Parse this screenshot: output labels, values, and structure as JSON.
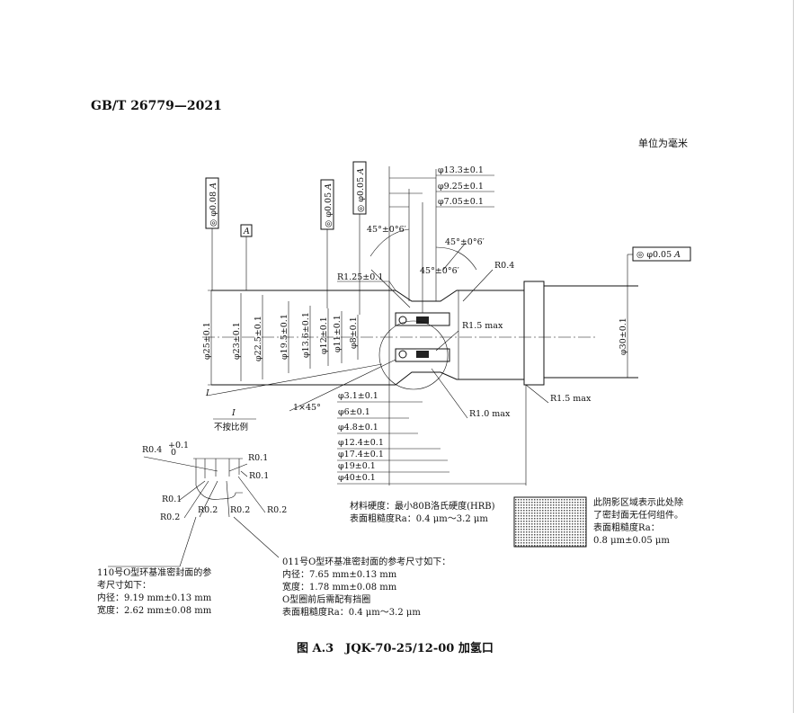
{
  "header": {
    "standard": "GB/T 26779—2021",
    "unit": "单位为毫米"
  },
  "tolerance_frames": [
    {
      "symbol": "◎",
      "value": "φ0.08",
      "datum": "A"
    },
    {
      "symbol": "◎",
      "value": "φ0.05",
      "datum": "A"
    },
    {
      "symbol": "◎",
      "value": "φ0.05",
      "datum": "A"
    },
    {
      "symbol": "◎",
      "value": "φ0.05",
      "datum": "A"
    }
  ],
  "datum_label": "A",
  "top_dims": [
    "φ13.3±0.1",
    "φ9.25±0.1",
    "φ7.05±0.1"
  ],
  "angles": [
    "45°±0°6′",
    "45°±0°6′",
    "45°±0°6′"
  ],
  "radii": {
    "r125": "R1.25±0.1",
    "r04": "R0.4",
    "r15a": "R1.5 max",
    "r15b": "R1.5 max",
    "r10": "R1.0 max"
  },
  "vertical_dims": [
    "φ25±0.1",
    "φ23±0.1",
    "φ22.5±0.1",
    "φ19.5±0.1",
    "φ13.6±0.1",
    "φ12±0.1",
    "φ11±0.1",
    "φ8±0.1",
    "φ30±0.1"
  ],
  "bottom_dims": [
    "φ3.1±0.1",
    "φ6±0.1",
    "φ4.8±0.1",
    "φ12.4±0.1",
    "φ17.4±0.1",
    "φ19±0.1",
    "φ40±0.1"
  ],
  "chamfer": "1×45°",
  "detail": {
    "label": "I",
    "scale_label": "I",
    "scale_note": "不按比例",
    "r04": "R0.4",
    "r04_tol_upper": "+0.1",
    "r04_tol_lower": "0",
    "labels": [
      "R0.1",
      "R0.1",
      "R0.1",
      "R0.2",
      "R0.2",
      "R0.2",
      "R0.2"
    ]
  },
  "notes": {
    "material": [
      "材料硬度：最小80B洛氏硬度(HRB)",
      "表面粗糙度Ra：0.4 μm～3.2 μm"
    ],
    "shaded": [
      "此阴影区域表示此处除",
      "了密封面无任何组件。",
      "表面粗糙度Ra：",
      "0.8 μm±0.05 μm"
    ],
    "oring110": [
      "110号O型环基准密封面的参",
      "考尺寸如下：",
      "内径：9.19 mm±0.13 mm",
      "宽度：2.62 mm±0.08 mm"
    ],
    "oring011": [
      "011号O型环基准密封面的参考尺寸如下：",
      "内径：7.65 mm±0.13 mm",
      "宽度：1.78 mm±0.08 mm",
      "O型圈前后需配有挡圈",
      "表面粗糙度Ra：0.4 μm～3.2 μm"
    ]
  },
  "caption": "图 A.3　JQK-70-25/12-00 加氢口"
}
